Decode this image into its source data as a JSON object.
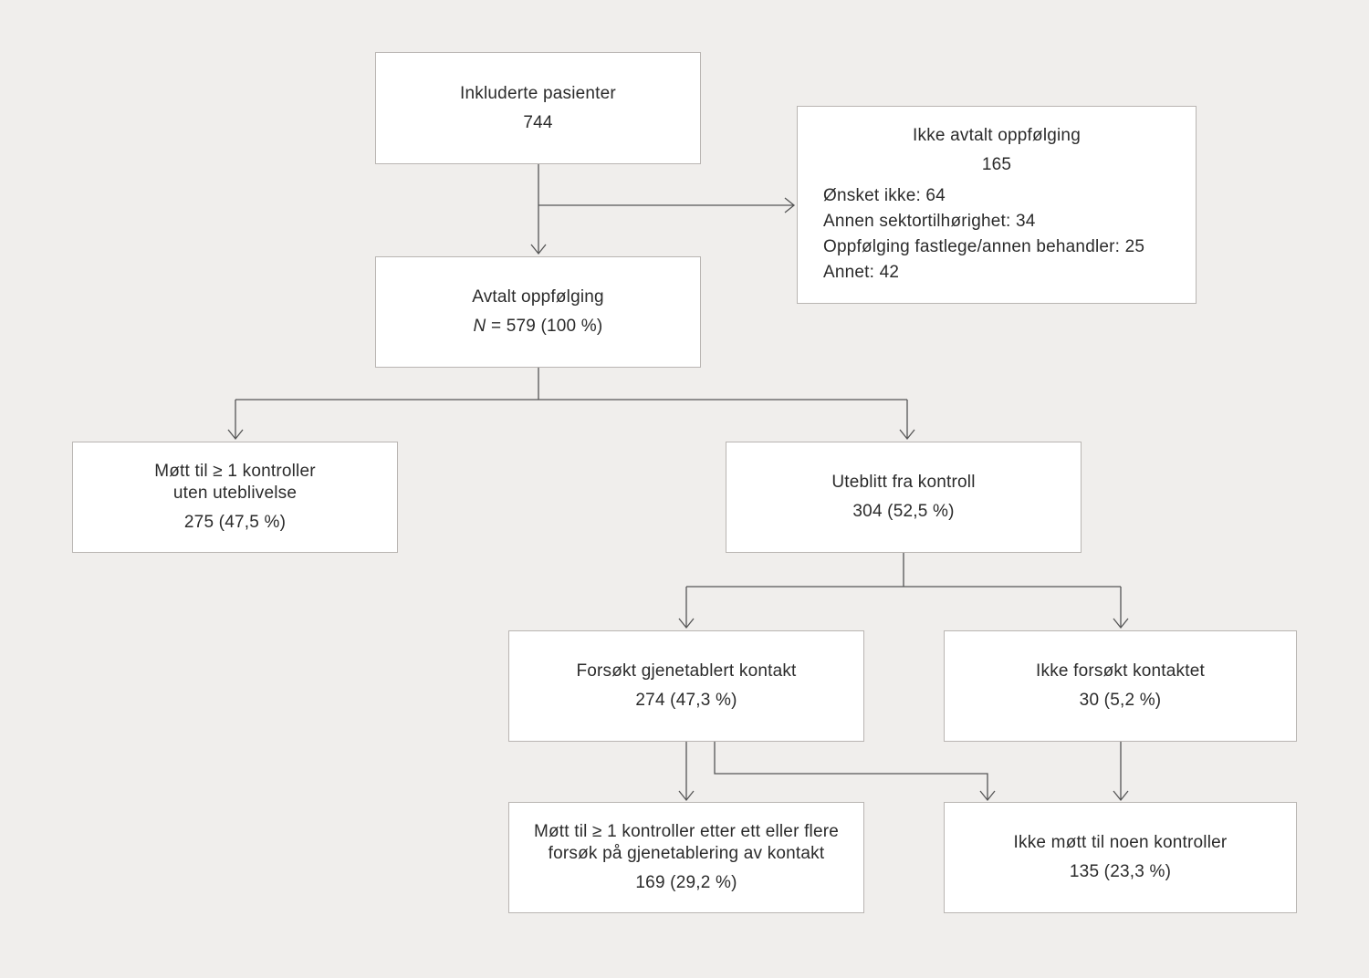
{
  "boxes": {
    "included": {
      "title": "Inkluderte pasienter",
      "value": "744"
    },
    "not_agreed": {
      "title": "Ikke avtalt oppfølging",
      "value": "165",
      "items": [
        "Ønsket ikke: 64",
        "Annen sektortilhørighet: 34",
        "Oppfølging fastlege/annen behandler: 25",
        "Annet: 42"
      ]
    },
    "agreed": {
      "title": "Avtalt oppfølging",
      "value_var": "N",
      "value_rest": " = 579 (100 %)"
    },
    "attended": {
      "title_line1": "Møtt til ≥ 1 kontroller",
      "title_line2": "uten uteblivelse",
      "value": "275 (47,5 %)"
    },
    "missed": {
      "title": "Uteblitt fra kontroll",
      "value": "304 (52,5 %)"
    },
    "attempted": {
      "title": "Forsøkt gjenetablert kontakt",
      "value": "274 (47,3 %)"
    },
    "not_attempted": {
      "title": "Ikke forsøkt kontaktet",
      "value": "30 (5,2 %)"
    },
    "attended_after": {
      "title_line1": "Møtt til ≥ 1 kontroller etter ett eller flere",
      "title_line2": "forsøk på gjenetablering av kontakt",
      "value": "169 (29,2 %)"
    },
    "never_attended": {
      "title": "Ikke møtt til noen kontroller",
      "value": "135 (23,3 %)"
    }
  }
}
